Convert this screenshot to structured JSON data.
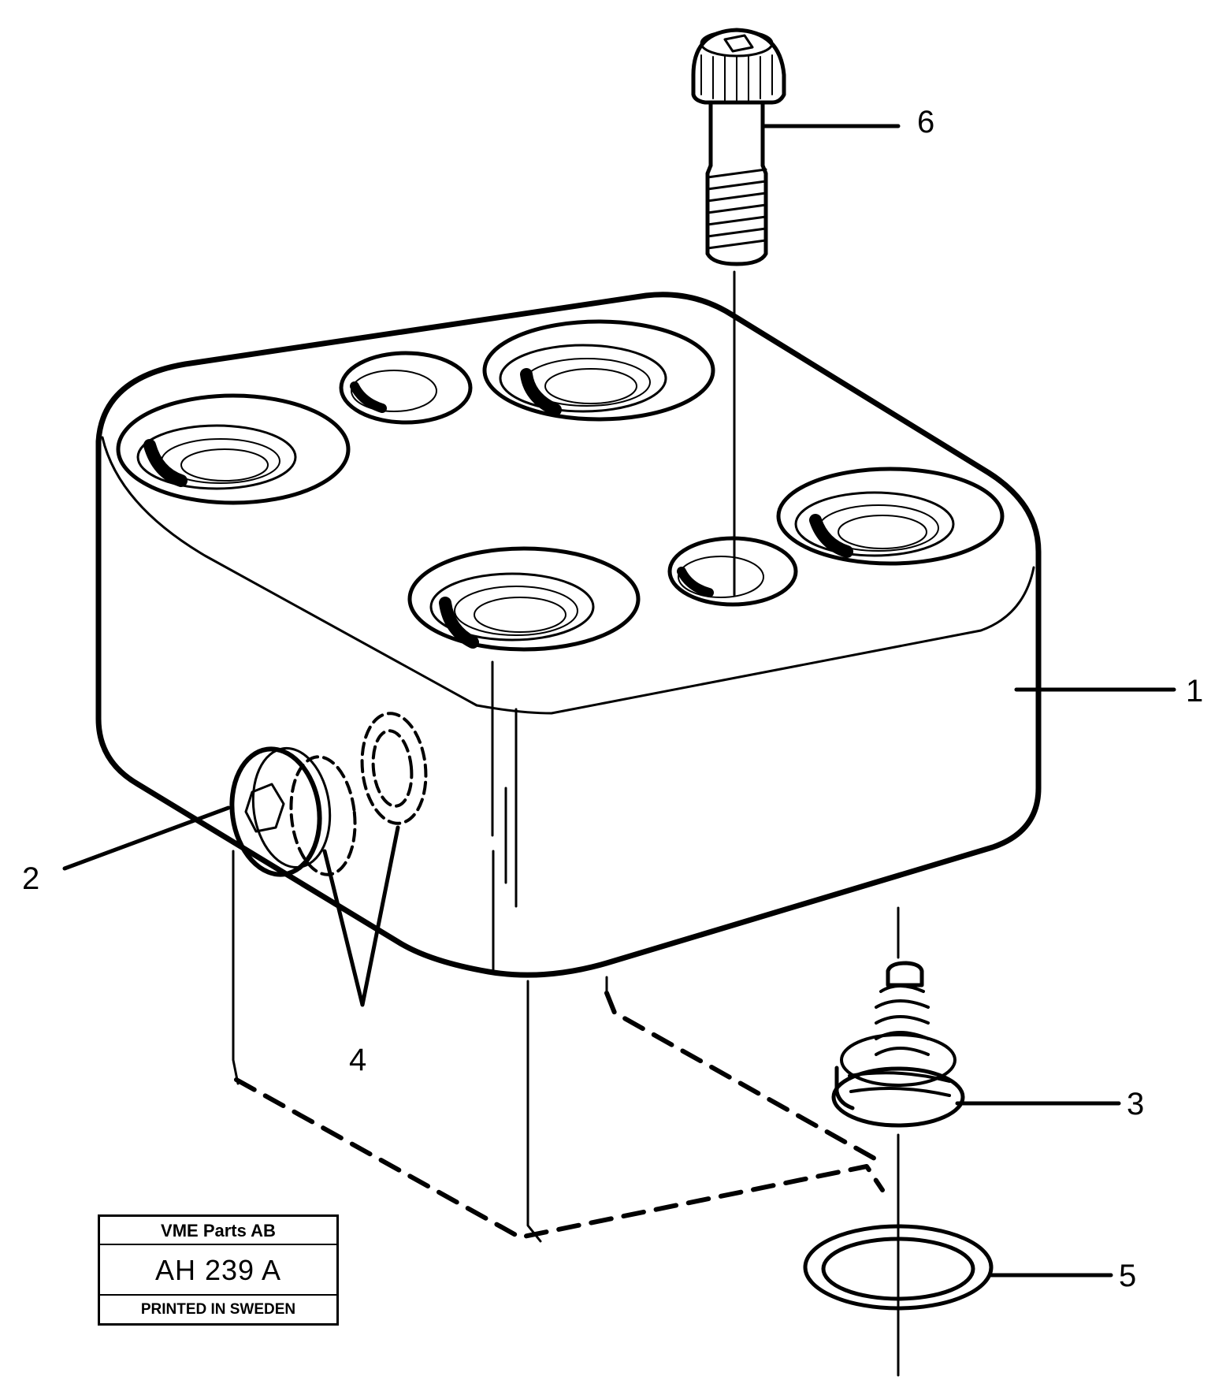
{
  "diagram": {
    "callouts": {
      "c1": "1",
      "c2": "2",
      "c3": "3",
      "c4": "4",
      "c5": "5",
      "c6": "6"
    }
  },
  "title_block": {
    "company": "VME Parts AB",
    "drawing_code": "AH  239  A",
    "printed": "PRINTED IN SWEDEN"
  }
}
